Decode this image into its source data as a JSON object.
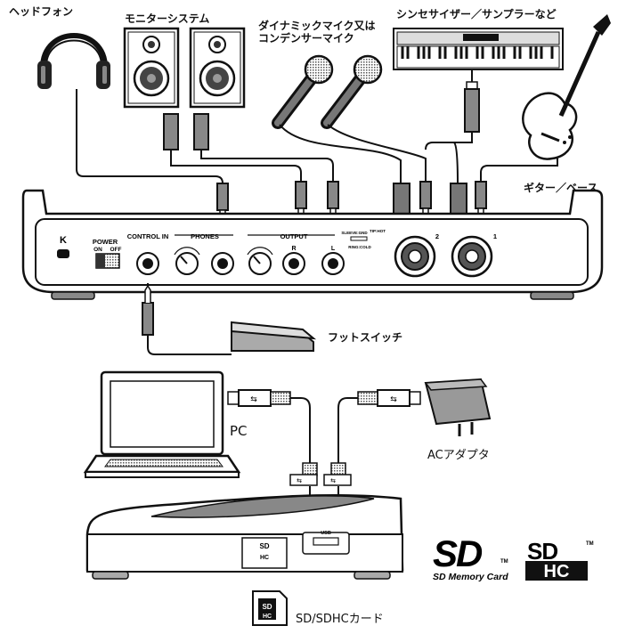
{
  "labels": {
    "headphones": "ヘッドフォン",
    "monitor_system": "モニターシステム",
    "mic_line1": "ダイナミックマイク又は",
    "mic_line2": "コンデンサーマイク",
    "synth": "シンセサイザー／サンプラーなど",
    "guitar_bass": "ギター／ベース",
    "foot_switch": "フットスイッチ",
    "pc": "PC",
    "ac_adapter": "ACアダプタ",
    "sd_card": "SD/SDHCカード"
  },
  "panel": {
    "power": "POWER",
    "on": "ON",
    "off": "OFF",
    "control_in": "CONTROL IN",
    "phones": "PHONES",
    "output": "OUTPUT",
    "r": "R",
    "l": "L",
    "ch2": "2",
    "ch1": "1",
    "sleeve_gnd": "SLEEVE:GND",
    "tip_hot": "TIP:HOT",
    "ring_cold": "RING:COLD"
  },
  "device": {
    "usb": "USB",
    "sd_slot": "SD",
    "sd_slot_hc": "HC",
    "usb_symbol": "⇆"
  },
  "logos": {
    "sd_main": "SD",
    "sd_memory_card": "SD Memory Card",
    "tm": "TM",
    "sdhc_top": "SD",
    "sdhc_bottom": "HC"
  }
}
